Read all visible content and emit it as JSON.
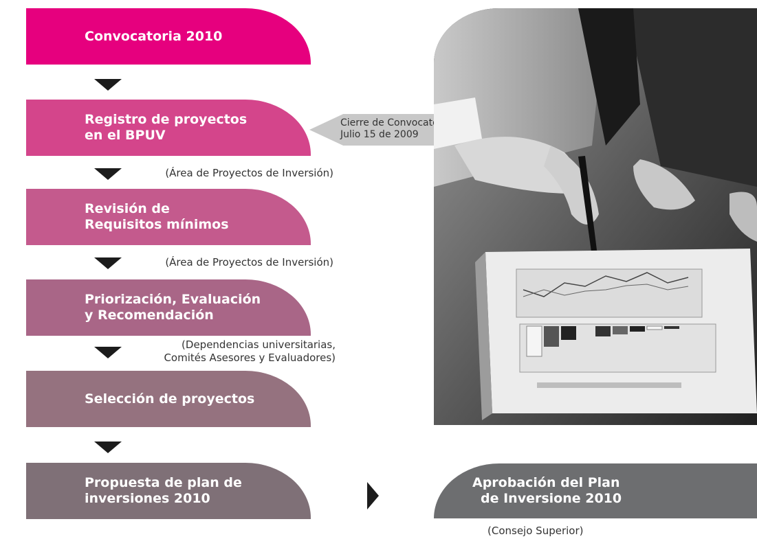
{
  "colors": {
    "step1": "#e6007e",
    "step2": "#d4458b",
    "step3": "#c45a8d",
    "step4": "#a96687",
    "step5": "#95727f",
    "step6": "#7f7077",
    "approval": "#6d6e70",
    "arrow": "#1c1c1c",
    "callout": "#c8c8c8"
  },
  "steps": [
    {
      "line1": "Convocatoria 2010",
      "line2": ""
    },
    {
      "line1": "Registro de proyectos",
      "line2": "en el BPUV"
    },
    {
      "line1": "Revisión de",
      "line2": "Requisitos mínimos"
    },
    {
      "line1": "Priorización, Evaluación",
      "line2": "y Recomendación"
    },
    {
      "line1": "Selección de proyectos",
      "line2": ""
    },
    {
      "line1": "Propuesta de plan de",
      "line2": "inversiones 2010"
    }
  ],
  "notes": {
    "area1": "(Área de Proyectos de Inversión)",
    "area2": "(Área de Proyectos de Inversión)",
    "dependencias_line1": "(Dependencias universitarias,",
    "dependencias_line2": "Comités Asesores y Evaluadores)",
    "consejo": "(Consejo Superior)"
  },
  "callout": {
    "line1": "Cierre de Convocatoria",
    "line2": "Julio 15 de 2009"
  },
  "approval": {
    "line1": "Aprobación del Plan",
    "line2": "de Inversione 2010"
  },
  "photo": {
    "description_icon": "photo-icon"
  }
}
